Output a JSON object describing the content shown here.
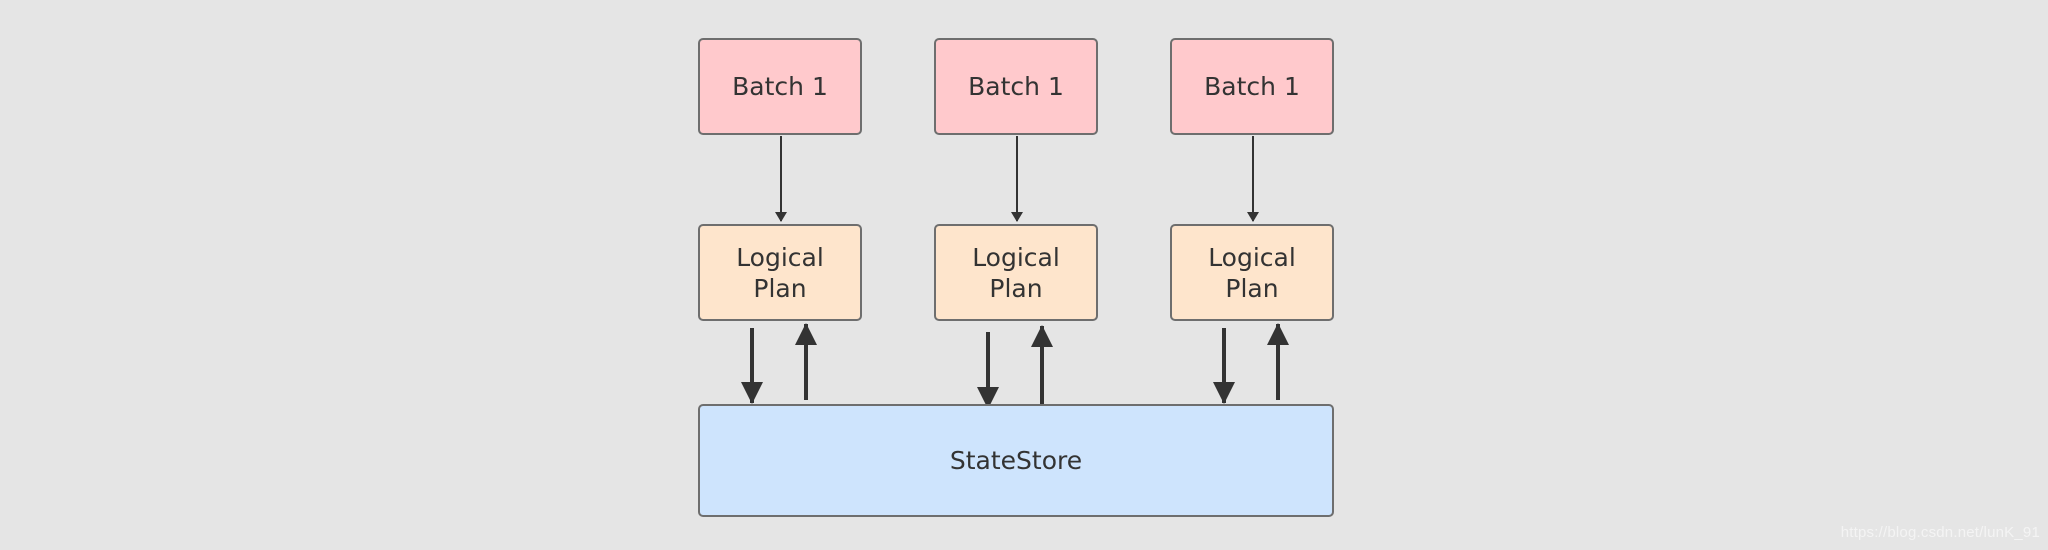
{
  "diagram": {
    "batches": [
      {
        "label": "Batch 1"
      },
      {
        "label": "Batch 1"
      },
      {
        "label": "Batch 1"
      }
    ],
    "plans": [
      {
        "label": "Logical\nPlan"
      },
      {
        "label": "Logical\nPlan"
      },
      {
        "label": "Logical\nPlan"
      }
    ],
    "store": {
      "label": "StateStore"
    },
    "edges": [
      {
        "from": "batch-1",
        "to": "plan-1"
      },
      {
        "from": "batch-2",
        "to": "plan-2"
      },
      {
        "from": "batch-3",
        "to": "plan-3"
      },
      {
        "from": "plan-1",
        "to": "state-store"
      },
      {
        "from": "state-store",
        "to": "plan-1"
      },
      {
        "from": "plan-2",
        "to": "state-store"
      },
      {
        "from": "state-store",
        "to": "plan-2"
      },
      {
        "from": "plan-3",
        "to": "state-store"
      },
      {
        "from": "state-store",
        "to": "plan-3"
      }
    ],
    "colors": {
      "background": "#e5e5e5",
      "batch_fill": "#ffc9cc",
      "plan_fill": "#fee5cc",
      "store_fill": "#cee4fd",
      "border": "#6e6e6e",
      "arrow": "#333333"
    }
  },
  "watermark": "https://blog.csdn.net/lunK_91"
}
